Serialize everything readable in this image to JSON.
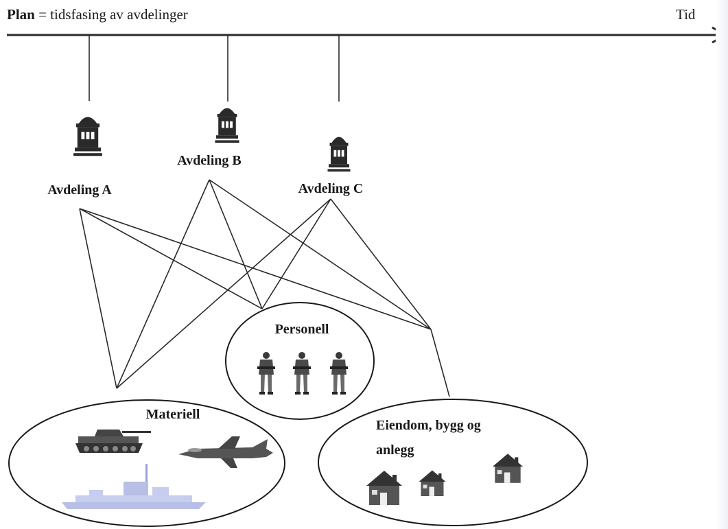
{
  "header": {
    "plan_bold": "Plan",
    "plan_rest": " = tidsfasing av avdelinger",
    "time_label": "Tid"
  },
  "departments": [
    {
      "id": "a",
      "label": "Avdeling A",
      "icon": "building-icon"
    },
    {
      "id": "b",
      "label": "Avdeling B",
      "icon": "building-icon"
    },
    {
      "id": "c",
      "label": "Avdeling C",
      "icon": "building-icon"
    }
  ],
  "resources": {
    "personnel": {
      "label": "Personell",
      "icon": "soldier-icon",
      "count": 3
    },
    "materiel": {
      "label": "Materiell",
      "icons": [
        "tank-icon",
        "fighter-jet-icon",
        "warship-icon"
      ]
    },
    "property": {
      "label_line1": "Eiendom, bygg og",
      "label_line2": "anlegg",
      "icons": [
        "house-icon",
        "house-icon",
        "house-icon"
      ]
    }
  },
  "colors": {
    "line": "#2a2a2a",
    "text": "#1a1a1a",
    "ship": "#b8bfe6"
  }
}
